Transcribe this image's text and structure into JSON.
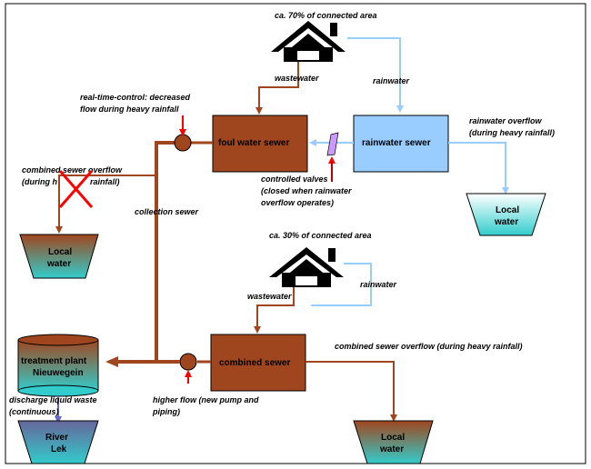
{
  "diagram": {
    "house_top_label": "ca. 70% of connected area",
    "house_bottom_label": "ca. 30% of connected area",
    "wastewater_top": "wastewater",
    "rainwater_top": "rainwater",
    "wastewater_bottom": "wastewater",
    "rainwater_bottom": "rainwater",
    "rtc_label_line1": "real-time-control: decreased",
    "rtc_label_line2": "flow during heavy rainfall",
    "foul_water_sewer": "foul water sewer",
    "rainwater_sewer": "rainwater sewer",
    "rainwater_overflow_line1": "rainwater overflow",
    "rainwater_overflow_line2": "(during heavy rainfall)",
    "cso_left_line1": "combined sewer overflow",
    "cso_left_line2_a": "(during h",
    "cso_left_line2_b": "rainfall)",
    "controlled_valves_line1": "controlled valves",
    "controlled_valves_line2": "(closed when rainwater",
    "controlled_valves_line3": "overflow operates)",
    "collection_sewer": "collection sewer",
    "local_water_left_line1": "Local",
    "local_water_left_line2": "water",
    "local_water_right_line1": "Local",
    "local_water_right_line2": "water",
    "local_water_bottom_line1": "Local",
    "local_water_bottom_line2": "water",
    "treatment_plant_line1": "treatment plant",
    "treatment_plant_line2": "Nieuwegein",
    "combined_sewer": "combined sewer",
    "cso_bottom": "combined sewer overflow (during heavy rainfall)",
    "discharge_line1": "discharge liquid waste",
    "discharge_line2": "(continuous)",
    "higher_flow_line1": "higher flow (new pump and",
    "higher_flow_line2": "piping)",
    "river_line1": "River",
    "river_line2": "Lek"
  },
  "colors": {
    "sewer_brown": "#A0461E",
    "box_brown": "#A0461E",
    "rain_blue": "#99CCFF",
    "rain_box": "#99CCFF",
    "water_teal": "#33CCCC",
    "cross_red": "#FF0000",
    "valve_purple": "#CC99FF"
  }
}
